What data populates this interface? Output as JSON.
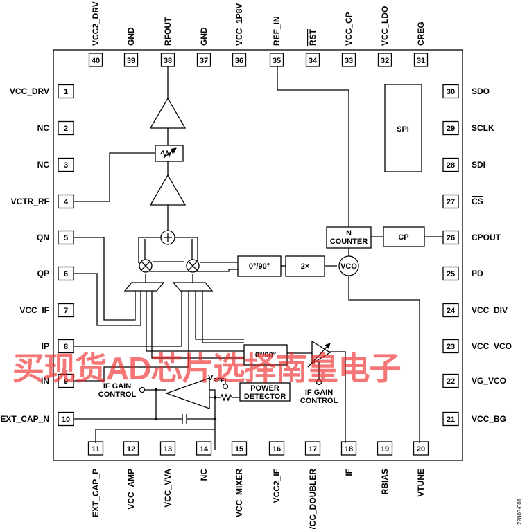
{
  "pins_top": [
    {
      "num": "40",
      "label": "VCC2_DRV"
    },
    {
      "num": "39",
      "label": "GND"
    },
    {
      "num": "38",
      "label": "RFOUT"
    },
    {
      "num": "37",
      "label": "GND"
    },
    {
      "num": "36",
      "label": "VCC_1P8V"
    },
    {
      "num": "35",
      "label": "REF_IN"
    },
    {
      "num": "34",
      "label": "RST"
    },
    {
      "num": "33",
      "label": "VCC_CP"
    },
    {
      "num": "32",
      "label": "VCC_LDO"
    },
    {
      "num": "31",
      "label": "CREG"
    }
  ],
  "pins_left": [
    {
      "num": "1",
      "label": "VCC_DRV"
    },
    {
      "num": "2",
      "label": "NC"
    },
    {
      "num": "3",
      "label": "NC"
    },
    {
      "num": "4",
      "label": "VCTR_RF"
    },
    {
      "num": "5",
      "label": "QN"
    },
    {
      "num": "6",
      "label": "QP"
    },
    {
      "num": "7",
      "label": "VCC_IF"
    },
    {
      "num": "8",
      "label": "IP"
    },
    {
      "num": "9",
      "label": "IN"
    },
    {
      "num": "10",
      "label": "EXT_CAP_N"
    }
  ],
  "pins_right": [
    {
      "num": "30",
      "label": "SDO"
    },
    {
      "num": "29",
      "label": "SCLK"
    },
    {
      "num": "28",
      "label": "SDI"
    },
    {
      "num": "27",
      "label": "CS"
    },
    {
      "num": "26",
      "label": "CPOUT"
    },
    {
      "num": "25",
      "label": "PD"
    },
    {
      "num": "24",
      "label": "VCC_DIV"
    },
    {
      "num": "23",
      "label": "VCC_VCO"
    },
    {
      "num": "22",
      "label": "VG_VCO"
    },
    {
      "num": "21",
      "label": "VCC_BG"
    }
  ],
  "pins_bottom": [
    {
      "num": "11",
      "label": "EXT_CAP_P"
    },
    {
      "num": "12",
      "label": "VCC_AMP"
    },
    {
      "num": "13",
      "label": "VCC_VVA"
    },
    {
      "num": "14",
      "label": "NC"
    },
    {
      "num": "15",
      "label": "VCC_MIXER"
    },
    {
      "num": "16",
      "label": "VCC2_IF"
    },
    {
      "num": "17",
      "label": "VCC_DOUBLER"
    },
    {
      "num": "18",
      "label": "IF"
    },
    {
      "num": "19",
      "label": "RBIAS"
    },
    {
      "num": "20",
      "label": "VTUNE"
    }
  ],
  "blocks": {
    "spi": "SPI",
    "n_counter_line1": "N",
    "n_counter_line2": "COUNTER",
    "cp": "CP",
    "phase_upper": "0°/90°",
    "phase_lower": "0°/90°",
    "doubler": "2×",
    "vco": "VCO",
    "power_detector_line1": "POWER",
    "power_detector_line2": "DETECTOR",
    "if_gain_left_line1": "IF GAIN",
    "if_gain_left_line2": "CONTROL",
    "if_gain_right_line1": "IF GAIN",
    "if_gain_right_line2": "CONTROL",
    "vref_main": "V",
    "vref_sub": "REF"
  },
  "watermark": "买现货AD芯片选择南皇电子",
  "figure_code": "22803-001"
}
